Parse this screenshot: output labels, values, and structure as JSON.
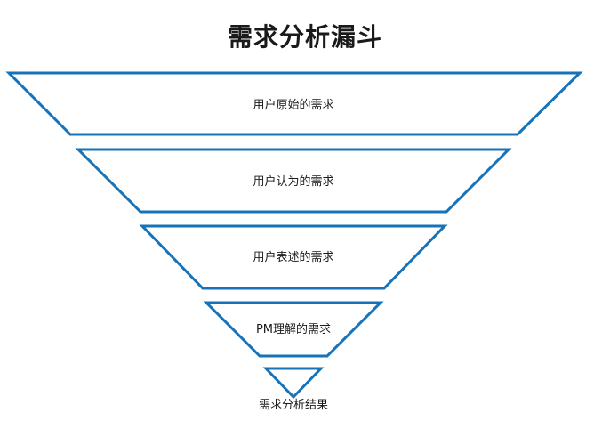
{
  "title": "需求分析漏斗",
  "funnel": {
    "stroke_color": "#1673b8",
    "levels": [
      {
        "label": "用户原始的需求"
      },
      {
        "label": "用户认为的需求"
      },
      {
        "label": "用户表述的需求"
      },
      {
        "label": "PM理解的需求"
      },
      {
        "label": "需求分析结果"
      }
    ]
  }
}
